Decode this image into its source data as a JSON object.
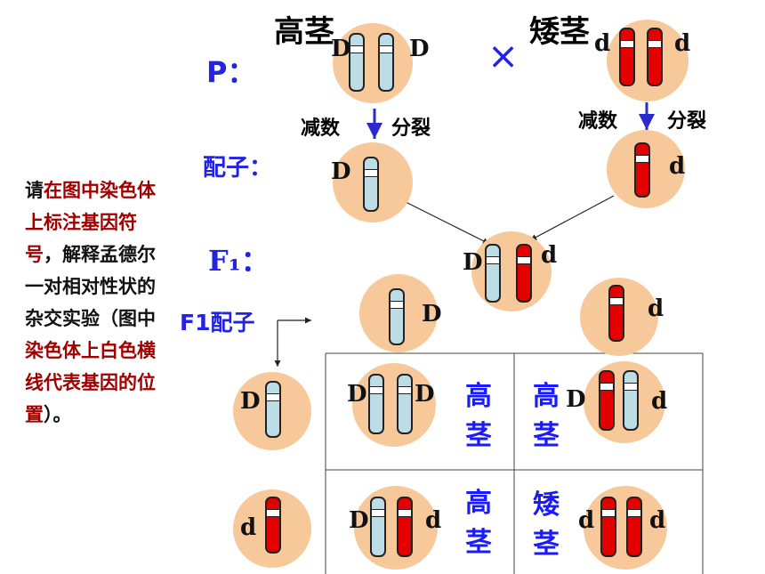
{
  "header": {
    "tall_label": "高茎",
    "short_label": "矮茎",
    "cross_symbol": "×"
  },
  "row_labels": {
    "p": "P：",
    "gametes": "配子：",
    "f1": "F₁：",
    "f1_gametes": "F1配子"
  },
  "meiosis_left": {
    "left": "减数",
    "right": "分裂"
  },
  "meiosis_right": {
    "left": "减数",
    "right": "分裂"
  },
  "genes": {
    "dominant": "D",
    "recessive": "d"
  },
  "punnett": {
    "cell_11": {
      "line1": "高",
      "line2": "茎"
    },
    "cell_12": {
      "line1": "高",
      "line2": "茎"
    },
    "cell_21": {
      "line1": "高",
      "line2": "茎"
    },
    "cell_22": {
      "line1": "矮",
      "line2": "茎"
    }
  },
  "note": {
    "segments": [
      {
        "text": "请",
        "hl": false
      },
      {
        "text": "在图中染色体上标注基因符号",
        "hl": true
      },
      {
        "text": "，解释孟德尔一对相对性状的杂交实验（图中",
        "hl": false
      },
      {
        "text": "染色体上白色横线代表基因的位置",
        "hl": true
      },
      {
        "text": "）。",
        "hl": false
      }
    ]
  },
  "colors": {
    "cell_fill": "#f7c99a",
    "dominant_chromosome": "#bcdde6",
    "recessive_chromosome": "#e50000",
    "label_blue": "#2323e0",
    "note_highlight": "#a00000"
  }
}
